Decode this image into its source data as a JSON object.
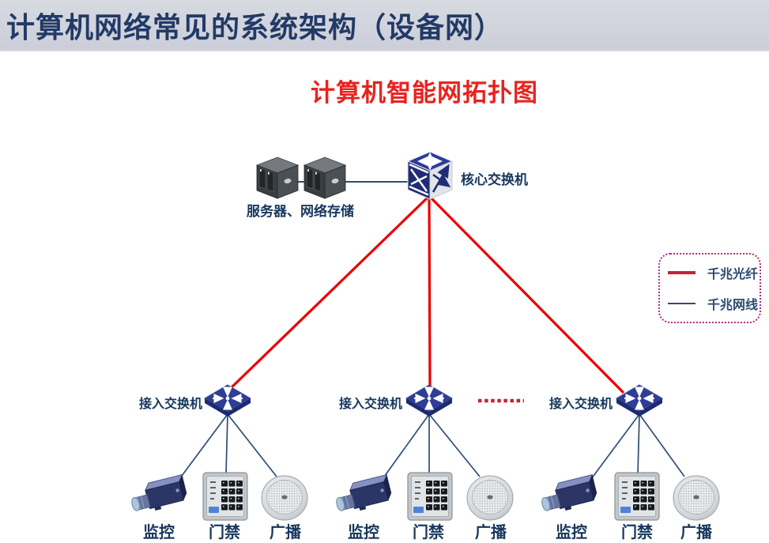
{
  "header": {
    "title": "计算机网络常见的系统架构（设备网）"
  },
  "diagram": {
    "subtitle": "计算机智能网拓扑图",
    "core_switch": {
      "label": "核心交换机",
      "type": "core-switch"
    },
    "servers": {
      "label": "服务器、网络存储",
      "type": "server-group",
      "count": 2
    },
    "access_switches": [
      {
        "label": "接入交换机",
        "devices": [
          {
            "type": "camera",
            "label": "监控"
          },
          {
            "type": "access-keypad",
            "label": "门禁"
          },
          {
            "type": "speaker",
            "label": "广播"
          }
        ]
      },
      {
        "label": "接入交换机",
        "devices": [
          {
            "type": "camera",
            "label": "监控"
          },
          {
            "type": "access-keypad",
            "label": "门禁"
          },
          {
            "type": "speaker",
            "label": "广播"
          }
        ]
      },
      {
        "label": "接入交换机",
        "devices": [
          {
            "type": "camera",
            "label": "监控"
          },
          {
            "type": "access-keypad",
            "label": "门禁"
          },
          {
            "type": "speaker",
            "label": "广播"
          }
        ]
      }
    ],
    "legend": {
      "items": [
        {
          "label": "千兆光纤",
          "color": "#c22433",
          "line": "thick"
        },
        {
          "label": "千兆网线",
          "color": "#2e4d74",
          "line": "thin"
        }
      ]
    },
    "colors": {
      "fiber_link": "#ea0000",
      "ethernet_link": "#2e4d74",
      "subtitle_red": "#e8231f",
      "label_navy": "#17375d",
      "banner_bg": "#d2d5de",
      "legend_border": "#b02a8c"
    }
  }
}
